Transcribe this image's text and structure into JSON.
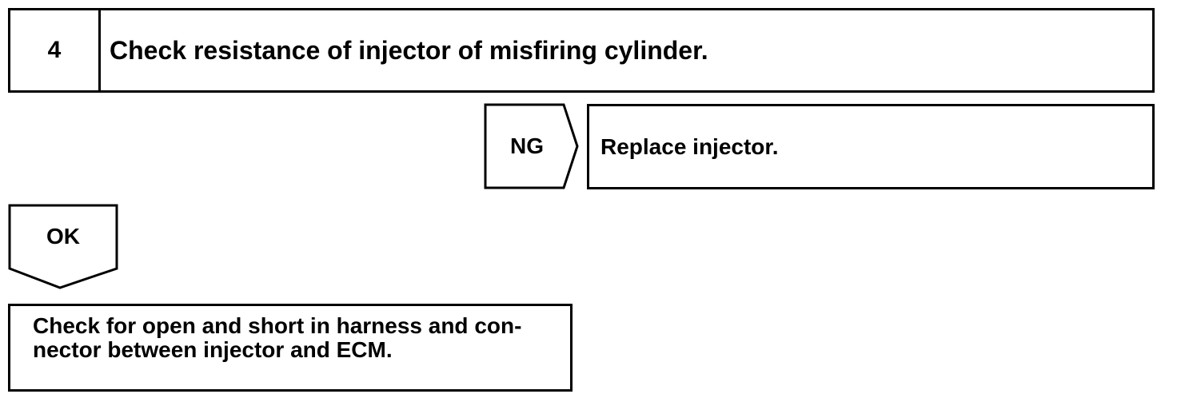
{
  "step": {
    "number": "4",
    "title": "Check resistance of injector of misfiring cylinder."
  },
  "ng_branch": {
    "label": "NG",
    "action": "Replace injector."
  },
  "ok_branch": {
    "label": "OK",
    "action_lines": [
      "Check for open and short in harness and con-",
      "nector between injector and ECM."
    ]
  }
}
